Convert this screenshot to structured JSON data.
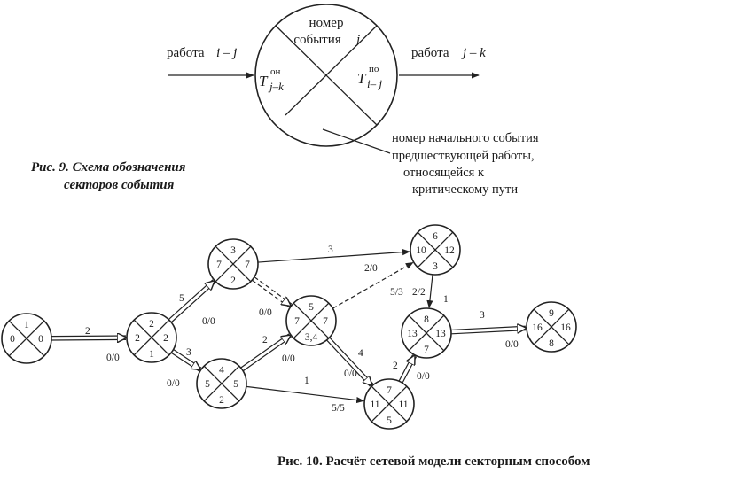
{
  "fig9": {
    "center_top": "номер",
    "center_bottom": "события",
    "center_var": "j",
    "left_label": "работа",
    "left_var": "i – j",
    "right_label": "работа",
    "right_var": "j – k",
    "left_sector_T": "T",
    "left_sector_sup": "он",
    "left_sector_sub": "j–k",
    "right_sector_T": "T",
    "right_sector_sup": "по",
    "right_sector_sub": "i– j",
    "note_line1": "номер начального события",
    "note_line2": "предшествующей работы,",
    "note_line3": "относящейся к",
    "note_line4": "критическому пути",
    "caption_line1": "Рис. 9. Схема обозначения",
    "caption_line2": "секторов события"
  },
  "fig10": {
    "caption": "Рис. 10. Расчёт сетевой модели секторным способом",
    "nodes": [
      {
        "id": "n1",
        "top": "1",
        "left": "0",
        "right": "0",
        "bottom": ""
      },
      {
        "id": "n2",
        "top": "2",
        "left": "2",
        "right": "2",
        "bottom": "1"
      },
      {
        "id": "n3",
        "top": "3",
        "left": "7",
        "right": "7",
        "bottom": "2"
      },
      {
        "id": "n4",
        "top": "4",
        "left": "5",
        "right": "5",
        "bottom": "2"
      },
      {
        "id": "n5",
        "top": "5",
        "left": "7",
        "right": "7",
        "bottom": "3,4"
      },
      {
        "id": "n6",
        "top": "6",
        "left": "10",
        "right": "12",
        "bottom": "3"
      },
      {
        "id": "n7",
        "top": "7",
        "left": "11",
        "right": "11",
        "bottom": "5"
      },
      {
        "id": "n8",
        "top": "8",
        "left": "13",
        "right": "13",
        "bottom": "7"
      },
      {
        "id": "n9",
        "top": "9",
        "left": "16",
        "right": "16",
        "bottom": "8"
      }
    ],
    "edges": [
      {
        "id": "e12",
        "dur": "2",
        "reserve": "0/0"
      },
      {
        "id": "e23",
        "dur": "5",
        "reserve": "0/0"
      },
      {
        "id": "e24",
        "dur": "3",
        "reserve": "0/0"
      },
      {
        "id": "e35",
        "dur": "",
        "reserve": "0/0"
      },
      {
        "id": "e36",
        "dur": "3",
        "reserve": "2/0"
      },
      {
        "id": "e45",
        "dur": "2",
        "reserve": "0/0"
      },
      {
        "id": "e47",
        "dur": "1",
        "reserve": "5/5"
      },
      {
        "id": "e56",
        "dur": "",
        "reserve": "5/3"
      },
      {
        "id": "e57",
        "dur": "4",
        "reserve": "0/0"
      },
      {
        "id": "e68",
        "dur": "1",
        "reserve": "2/2"
      },
      {
        "id": "e78",
        "dur": "2",
        "reserve": "0/0"
      },
      {
        "id": "e89",
        "dur": "3",
        "reserve": "0/0"
      }
    ]
  }
}
